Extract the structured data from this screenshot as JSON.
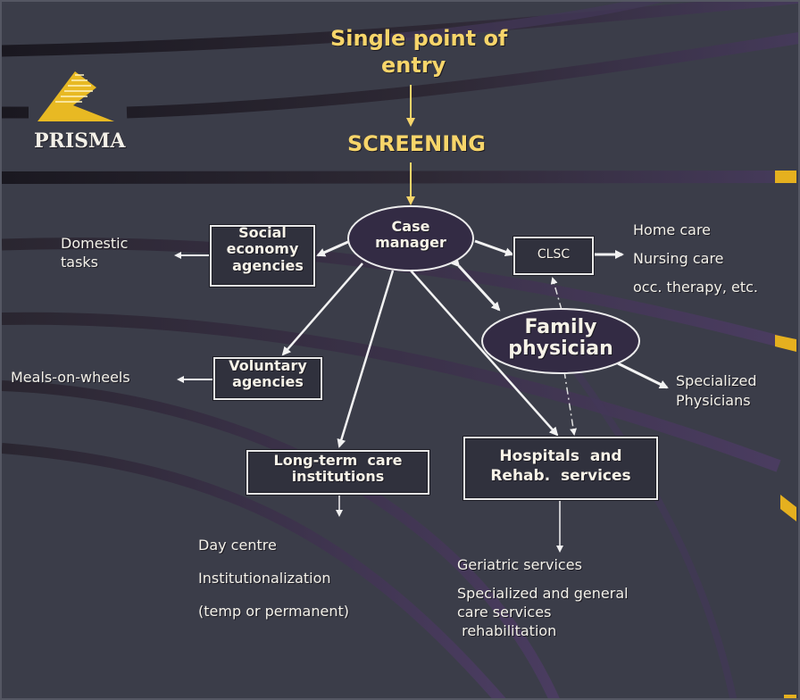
{
  "logo": {
    "name": "PRISMA",
    "icon": "prism-triangle-icon",
    "color": "#e8b923"
  },
  "colors": {
    "background": "#3b3d49",
    "accent_gold": "#f7d56a",
    "band_dark": "#1e1c24",
    "band_purple": "#473a5c",
    "line_white": "#f2f2f2"
  },
  "title": {
    "line1": "Single point of",
    "line2": "entry"
  },
  "screening": "SCREENING",
  "nodes": {
    "case_manager": {
      "line1": "Case",
      "line2": "manager"
    },
    "social_economy": {
      "line1": "Social",
      "line2": "economy",
      "line3": "agencies"
    },
    "clsc": "CLSC",
    "family_physician": {
      "line1": "Family",
      "line2": "physician"
    },
    "voluntary": {
      "line1": "Voluntary",
      "line2": "agencies"
    },
    "long_term_care": {
      "line1": "Long-term  care",
      "line2": "institutions"
    },
    "hospitals": {
      "line1": "Hospitals  and",
      "line2": "Rehab.  services"
    }
  },
  "outputs": {
    "domestic": {
      "line1": "Domestic",
      "line2": "tasks"
    },
    "meals": "Meals-on-wheels",
    "home_care": [
      "Home care",
      "Nursing care",
      "occ. therapy, etc."
    ],
    "specialized_physicians": {
      "line1": "Specialized",
      "line2": "Physicians"
    },
    "long_term_outputs": [
      "Day centre",
      "Institutionalization",
      "(temp or permanent)"
    ],
    "hospital_outputs": [
      "Geriatric services",
      "Specialized and general",
      "care services",
      " rehabilitation"
    ]
  },
  "edges": [
    {
      "from": "single_point_of_entry",
      "to": "screening",
      "style": "solid-gold"
    },
    {
      "from": "screening",
      "to": "case_manager",
      "style": "solid-gold"
    },
    {
      "from": "case_manager",
      "to": "social_economy",
      "style": "solid"
    },
    {
      "from": "case_manager",
      "to": "clsc",
      "style": "solid"
    },
    {
      "from": "case_manager",
      "to": "family_physician",
      "style": "double-headed"
    },
    {
      "from": "case_manager",
      "to": "voluntary",
      "style": "solid"
    },
    {
      "from": "case_manager",
      "to": "long_term_care",
      "style": "solid"
    },
    {
      "from": "case_manager",
      "to": "hospitals",
      "style": "solid"
    },
    {
      "from": "social_economy",
      "to": "domestic",
      "style": "solid"
    },
    {
      "from": "voluntary",
      "to": "meals",
      "style": "solid"
    },
    {
      "from": "clsc",
      "to": "home_care",
      "style": "solid"
    },
    {
      "from": "family_physician",
      "to": "clsc",
      "style": "dash-dot"
    },
    {
      "from": "family_physician",
      "to": "hospitals",
      "style": "dash-dot"
    },
    {
      "from": "family_physician",
      "to": "specialized_physicians",
      "style": "solid"
    },
    {
      "from": "long_term_care",
      "to": "long_term_outputs",
      "style": "solid"
    },
    {
      "from": "hospitals",
      "to": "hospital_outputs",
      "style": "solid"
    }
  ]
}
